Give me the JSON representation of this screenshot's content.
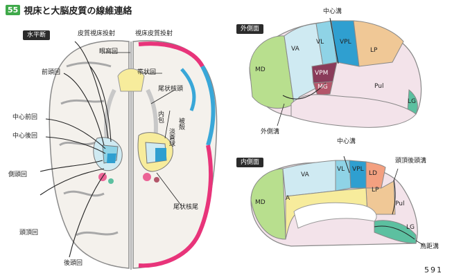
{
  "figure": {
    "number": "55",
    "title": "視床と大脳皮質の線維連絡",
    "page_number": "591"
  },
  "horizontal": {
    "tag": "水平断",
    "headers": [
      "皮質視床投射",
      "視床皮質投射"
    ],
    "left_labels": [
      "前頭回",
      "中心前回",
      "中心後回",
      "側頭回",
      "頭頂回",
      "後頭回"
    ],
    "center_labels": [
      "眼窩回",
      "帯状回",
      "尾状核頭",
      "尾状核尾"
    ],
    "vertical_labels": [
      "内包",
      "淡蒼球",
      "被殻"
    ]
  },
  "lateral": {
    "tag": "外側面",
    "top_label": "中心溝",
    "bottom_label": "外側溝",
    "regions": [
      "VA",
      "VL",
      "VPL",
      "LP",
      "VPM",
      "MG",
      "MD",
      "Pul",
      "LG"
    ]
  },
  "medial": {
    "tag": "内側面",
    "top_label": "中心溝",
    "side_labels": [
      "頭頂後頭溝",
      "鳥距溝"
    ],
    "regions": [
      "VA",
      "VL",
      "VPL",
      "LD",
      "LP",
      "MD",
      "A",
      "Pul",
      "LG"
    ]
  },
  "colors": {
    "MD": "#b8df8e",
    "VA": "#cfeaf2",
    "VL": "#8fd3e6",
    "VPL": "#2f9fd0",
    "LP": "#f0c896",
    "VPM": "#8a3b5a",
    "MG": "#b3566a",
    "Pul": "#f3e3ea",
    "LG": "#5cc0a0",
    "A": "#f7ec9c",
    "LD": "#f3a080",
    "tag_bg": "#2b2b2b",
    "badge": "#3fa94a",
    "cortex_pink": "#e8347a",
    "cortex_blue": "#39a7d8"
  }
}
